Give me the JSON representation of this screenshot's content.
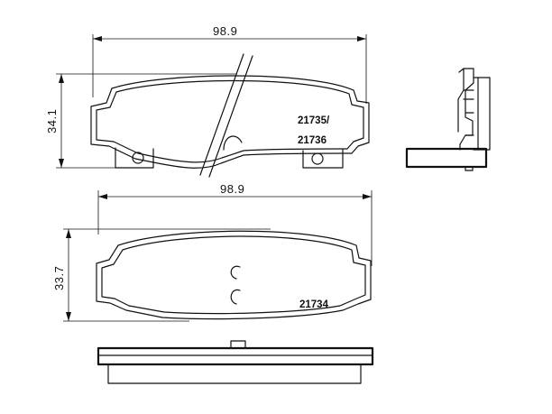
{
  "top_pad": {
    "width_label": "98.9",
    "height_label": "34.1",
    "part_numbers": [
      "21735/",
      "21736"
    ]
  },
  "bottom_pad": {
    "width_label": "98.9",
    "height_label": "33.7",
    "part_number": "21734"
  },
  "colors": {
    "line": "#111111",
    "background": "#ffffff"
  }
}
